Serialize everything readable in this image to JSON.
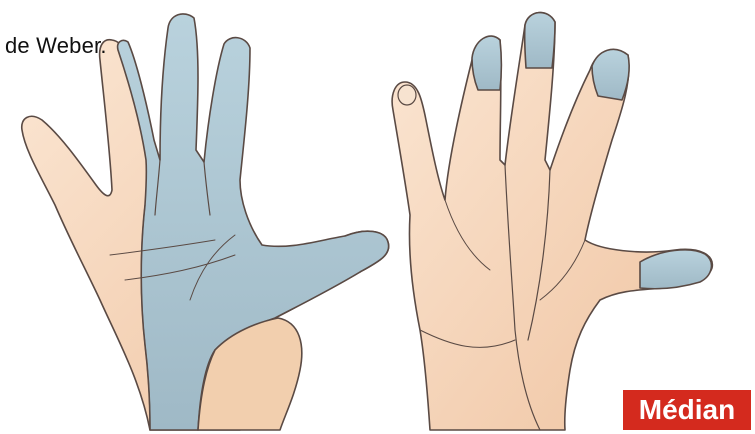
{
  "caption": {
    "text": "de Weber."
  },
  "badge": {
    "label": "Médian"
  },
  "colors": {
    "skin": "#f6d9bf",
    "skin_shadow": "#ebb58e",
    "median_area": "#a9c3cf",
    "outline": "#5a4a44",
    "badge_bg": "#d42a1e",
    "badge_text": "#ffffff"
  },
  "figures": [
    {
      "name": "palmar-hand",
      "view": "palm",
      "highlighted_nerve": "median"
    },
    {
      "name": "dorsal-hand",
      "view": "back",
      "highlighted_nerve": "median"
    }
  ]
}
